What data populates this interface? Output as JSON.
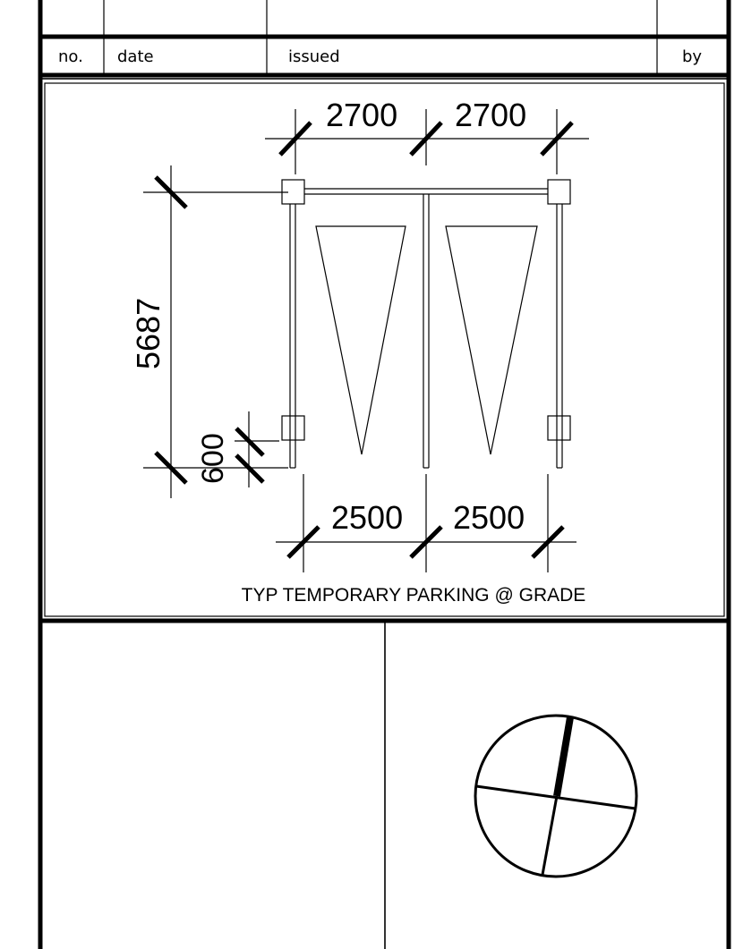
{
  "revision_table": {
    "headers": {
      "no": "no.",
      "date": "date",
      "issued": "issued",
      "by": "by"
    }
  },
  "drawing": {
    "dimensions": {
      "top_left": "2700",
      "top_right": "2700",
      "left_height": "5687",
      "left_small": "600",
      "bottom_left": "2500",
      "bottom_right": "2500"
    },
    "title": "TYP TEMPORARY PARKING @ GRADE"
  },
  "north_arrow": {
    "icon": "north-arrow-icon"
  }
}
